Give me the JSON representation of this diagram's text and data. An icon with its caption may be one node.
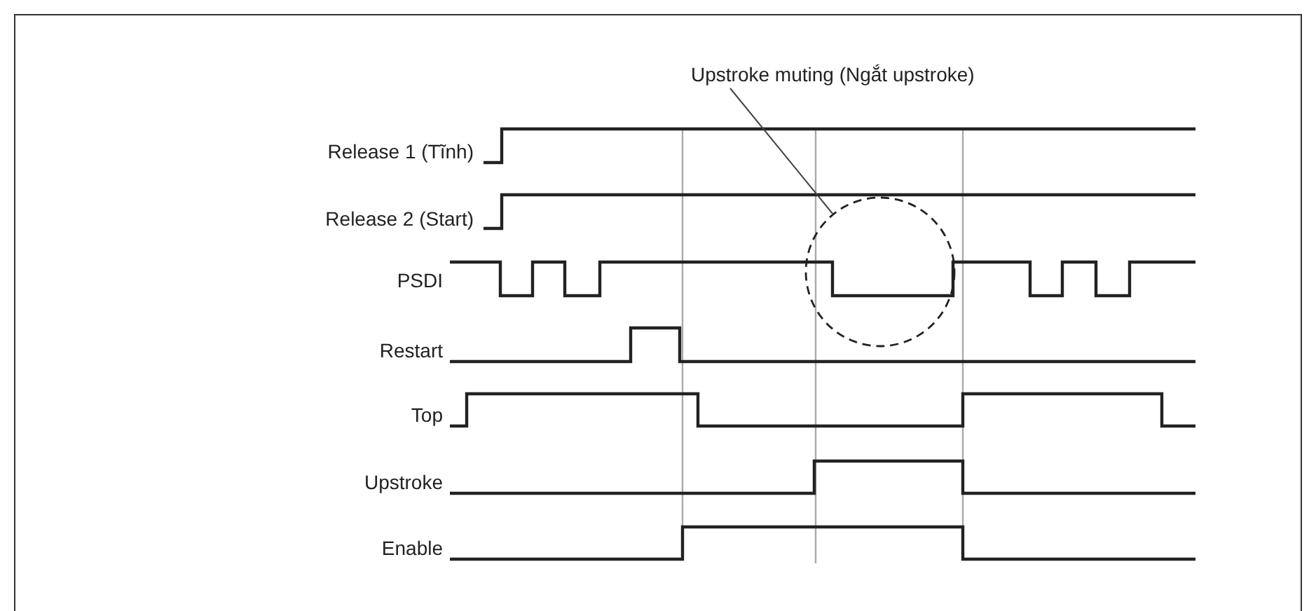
{
  "diagram": {
    "nodes": [
      {
        "text": [
          "Upstroke muting (Ngắt upstroke)"
        ]
      },
      {
        "text": [],
        "shape": "circle"
      }
    ],
    "edges": [
      {
        "from": 0,
        "to": 1,
        "arrow": "none"
      }
    ],
    "labels": [
      "Release 1 (Tĩnh)",
      "Release 2 (Start)",
      "PSDI",
      "Restart",
      "Top",
      "Upstroke",
      "Enable"
    ]
  }
}
